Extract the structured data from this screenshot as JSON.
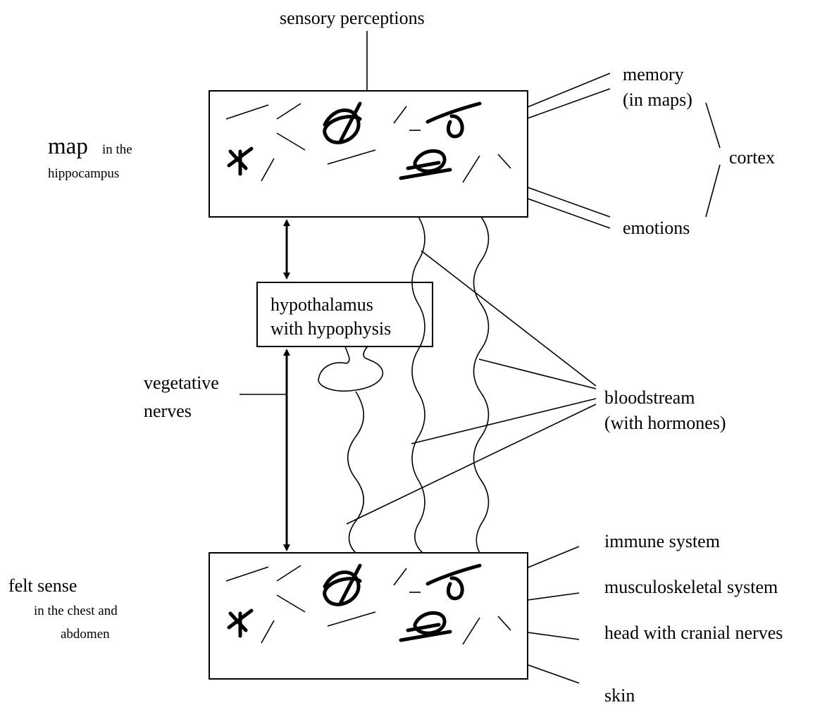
{
  "labels": {
    "sensory": "sensory perceptions",
    "memory_1": "memory",
    "memory_2": "(in maps)",
    "cortex": "cortex",
    "emotions": "emotions",
    "map_big": "map",
    "map_small": "in the",
    "map_2": "hippocampus",
    "hypo_1": "hypothalamus",
    "hypo_2": "with hypophysis",
    "veg_1": "vegetative",
    "veg_2": "nerves",
    "blood_1": "bloodstream",
    "blood_2": "(with hormones)",
    "felt_1": "felt sense",
    "felt_2": "in the chest and",
    "felt_3": "abdomen",
    "immune": "immune system",
    "musculo": "musculoskeletal system",
    "head": "head with cranial nerves",
    "skin": "skin"
  }
}
